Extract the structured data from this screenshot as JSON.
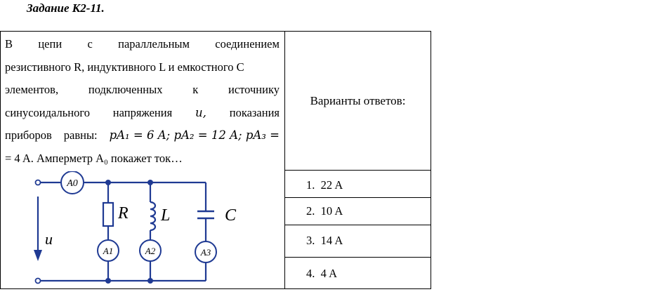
{
  "task": {
    "title": "Задание К2-11."
  },
  "problem": {
    "lines": [
      [
        "В",
        "цепи",
        "с",
        "параллельным",
        "соединением"
      ],
      [
        "резистивного R, индуктивного L и емкостного C"
      ],
      [
        "элементов,",
        "подключенных",
        "к",
        "источнику"
      ],
      [
        "синусоидального",
        "напряжения",
        "u,",
        "показания"
      ],
      [
        "приборов",
        "равны:",
        "pA₁ = 6 A; pA₂ = 12 A; pA₃ ="
      ],
      [
        "= 4 A. Амперметр A₀ покажет ток…"
      ]
    ]
  },
  "circuit": {
    "meter_a0": "A0",
    "meter_a1": "A1",
    "meter_a2": "A2",
    "meter_a3": "A3",
    "label_r": "R",
    "label_l": "L",
    "label_c": "C",
    "label_u": "u"
  },
  "answers": {
    "header": "Варианты ответов:",
    "options": [
      {
        "num": "1.",
        "text": "22 A"
      },
      {
        "num": "2.",
        "text": "10 A"
      },
      {
        "num": "3.",
        "text": "14 A"
      },
      {
        "num": "4.",
        "text": "4 A"
      }
    ]
  }
}
